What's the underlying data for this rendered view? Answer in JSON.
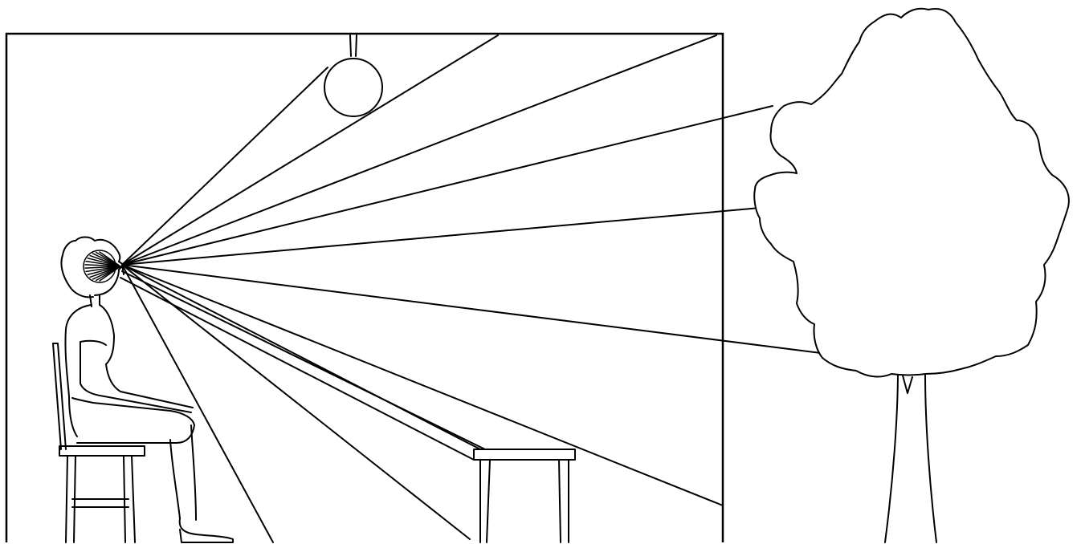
{
  "figure": {
    "description_text": "",
    "scene": {
      "room": "room-interior",
      "observer": "seated-person",
      "objects": [
        "ceiling-lamp",
        "table",
        "tree"
      ]
    },
    "ray_count": 11,
    "colors": {
      "background": "#ffffff",
      "line": "#000000"
    }
  }
}
